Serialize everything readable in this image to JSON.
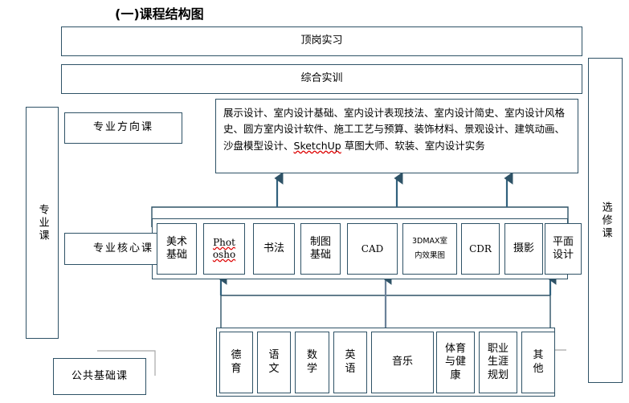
{
  "title": "(一)课程结构图",
  "colors": {
    "stroke": "#2e5266",
    "connector_gray": "#a6a6a6",
    "background": "#ffffff",
    "text": "#000000",
    "spellcheck": "#cc0000"
  },
  "top_bars": [
    {
      "label": "顶岗实习"
    },
    {
      "label": "综合实训"
    }
  ],
  "specialty_block": {
    "text": "展示设计、室内设计基础、室内设计表现技法、室内设计简史、室内设计风格史、圆方室内设计软件、施工工艺与预算、装饰材料、景观设计、建筑动画、沙盘模型设计、SketchUp 草图大师、软装、室内设计实务",
    "segments": [
      "展示设计、室内设计基础、室内设计表现技法、室内设计简史、室内设计风格史、圆方室内设计软件、施工工艺与预算、装饰材料、景观设计、建筑动画、沙盘模型设计、",
      "SketchUp",
      " 草图大师、软装、室内设计实务"
    ]
  },
  "left_labels": {
    "specialty_course": "专业课",
    "direction_course": "专业方向课",
    "core_course": "专业核心课",
    "public_base_course": "公共基础课"
  },
  "right_label": {
    "elective_course": "选修课"
  },
  "core_row": [
    {
      "label": "美术基础",
      "lines": [
        "美术",
        "基础"
      ],
      "style": "cn"
    },
    {
      "label": "Photoshop",
      "lines": [
        "Phot",
        "osho"
      ],
      "style": "latin-misspell"
    },
    {
      "label": "书法",
      "lines": [
        "书法"
      ],
      "style": "cn"
    },
    {
      "label": "制图基础",
      "lines": [
        "制图",
        "基础"
      ],
      "style": "cn"
    },
    {
      "label": "CAD",
      "lines": [
        "CAD"
      ],
      "style": "latin"
    },
    {
      "label": "3DMAX室内效果图",
      "lines": [
        "3DMAX室",
        "内效果图"
      ],
      "style": "cn-small"
    },
    {
      "label": "CDR",
      "lines": [
        "CDR"
      ],
      "style": "latin"
    },
    {
      "label": "摄影",
      "lines": [
        "摄影"
      ],
      "style": "cn"
    },
    {
      "label": "平面设计",
      "lines": [
        "平面",
        "设计"
      ],
      "style": "cn"
    }
  ],
  "base_row": [
    {
      "label": "德育",
      "lines": [
        "德",
        "育"
      ]
    },
    {
      "label": "语文",
      "lines": [
        "语",
        "文"
      ]
    },
    {
      "label": "数学",
      "lines": [
        "数",
        "学"
      ]
    },
    {
      "label": "英语",
      "lines": [
        "英",
        "语"
      ]
    },
    {
      "label": "音乐",
      "lines": [
        "音乐"
      ]
    },
    {
      "label": "体育与健康",
      "lines": [
        "体育",
        "与健",
        "康"
      ]
    },
    {
      "label": "职业生涯规划",
      "lines": [
        "职业",
        "生涯",
        "规划"
      ]
    },
    {
      "label": "其他",
      "lines": [
        "其",
        "他"
      ]
    }
  ]
}
